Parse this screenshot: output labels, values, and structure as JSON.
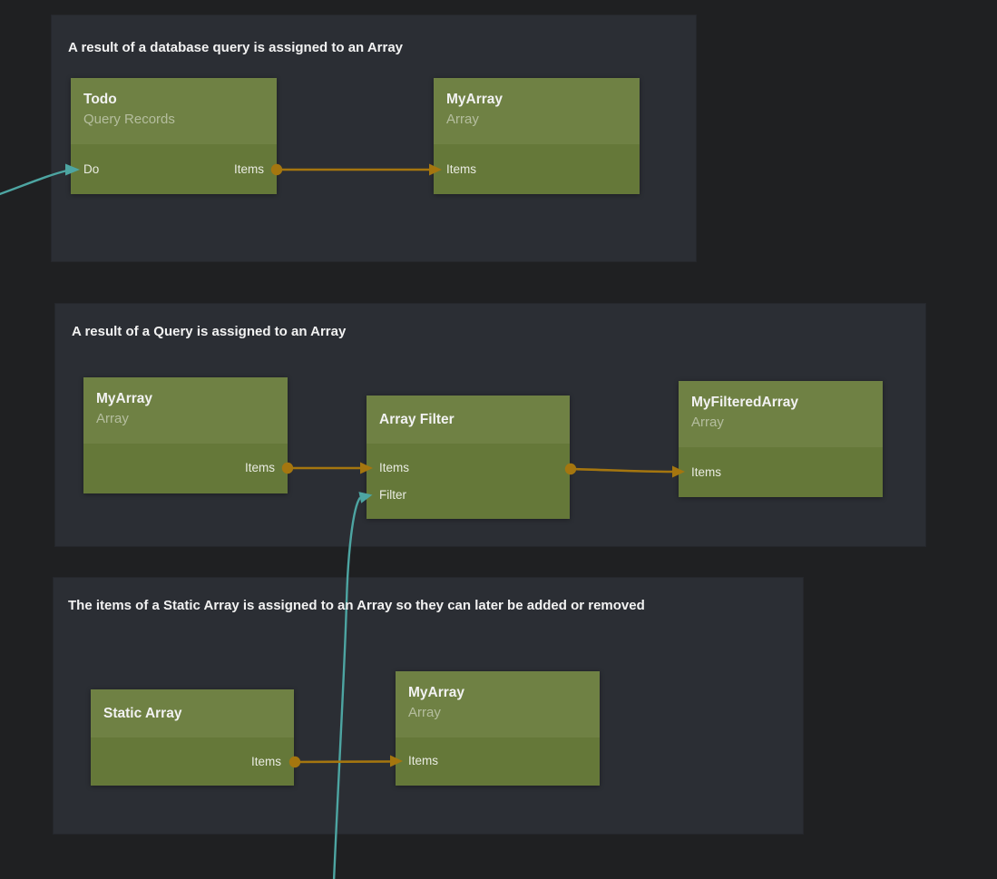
{
  "colors": {
    "canvas_bg": "#1f2022",
    "group_bg": "#2b2e34",
    "node_header": "#6f8144",
    "node_body": "#657839",
    "data_wire_orange": "#a5760f",
    "signal_wire_teal": "#4da5a2"
  },
  "groups": [
    {
      "title": "A result of a database query is assigned to an Array"
    },
    {
      "title": "A result of a Query is assigned to an Array"
    },
    {
      "title": "The items of a Static Array is assigned to an Array so they can later be added or removed"
    }
  ],
  "nodes": [
    {
      "title": "Todo",
      "subtitle": "Query Records",
      "inputs": [
        "Do"
      ],
      "outputs": [
        "Items"
      ]
    },
    {
      "title": "MyArray",
      "subtitle": "Array",
      "inputs": [
        "Items"
      ],
      "outputs": []
    },
    {
      "title": "MyArray",
      "subtitle": "Array",
      "inputs": [],
      "outputs": [
        "Items"
      ]
    },
    {
      "title": "Array Filter",
      "subtitle": "",
      "inputs": [
        "Items",
        "Filter"
      ],
      "outputs": []
    },
    {
      "title": "MyFilteredArray",
      "subtitle": "Array",
      "inputs": [
        "Items"
      ],
      "outputs": []
    },
    {
      "title": "Static Array",
      "subtitle": "",
      "inputs": [],
      "outputs": [
        "Items"
      ]
    },
    {
      "title": "MyArray",
      "subtitle": "Array",
      "inputs": [
        "Items"
      ],
      "outputs": []
    }
  ],
  "connections": [
    {
      "from": "offscreen-left",
      "to": "Todo.Do",
      "color": "#4da5a2"
    },
    {
      "from": "Todo.Items",
      "to": "MyArray.Items",
      "color": "#a5760f"
    },
    {
      "from": "MyArray.Items",
      "to": "Array Filter.Items",
      "color": "#a5760f"
    },
    {
      "from": "Array Filter (output)",
      "to": "MyFilteredArray.Items",
      "color": "#a5760f"
    },
    {
      "from": "offscreen-bottom",
      "to": "Array Filter.Filter",
      "color": "#4da5a2"
    },
    {
      "from": "Static Array.Items",
      "to": "MyArray.Items",
      "color": "#a5760f"
    }
  ]
}
